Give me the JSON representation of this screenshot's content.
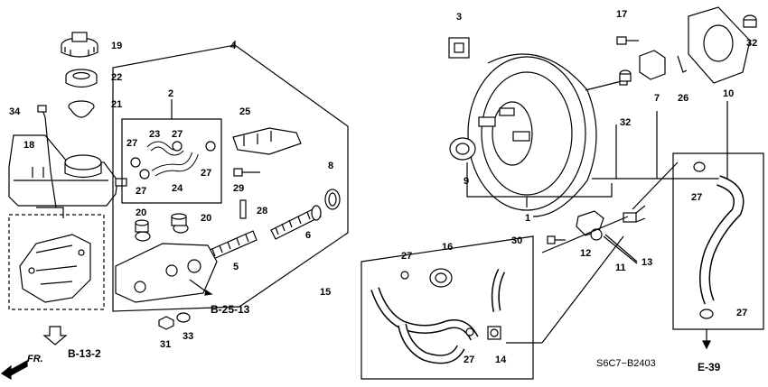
{
  "diagram": {
    "code": "S6C7−B2403",
    "front_label": "FR.",
    "refs": {
      "b25_13": "B-25-13",
      "b13_2": "B-13-2",
      "e39": "E-39"
    },
    "parts": {
      "p2": "2",
      "p3": "3",
      "p4": "4",
      "p5": "5",
      "p6": "6",
      "p7": "7",
      "p8": "8",
      "p9": "9",
      "p10": "10",
      "p11": "11",
      "p12": "12",
      "p13": "13",
      "p14": "14",
      "p15": "15",
      "p16": "16",
      "p17": "17",
      "p18": "18",
      "p19": "19",
      "p20a": "20",
      "p20b": "20",
      "p21": "21",
      "p22": "22",
      "p23": "23",
      "p24": "24",
      "p25": "25",
      "p26": "26",
      "p27a": "27",
      "p27b": "27",
      "p27c": "27",
      "p27d": "27",
      "p27e": "27",
      "p27f": "27",
      "p27g": "27",
      "p27h": "27",
      "p28": "28",
      "p29": "29",
      "p30": "30",
      "p31": "31",
      "p32a": "32",
      "p32b": "32",
      "p33": "33",
      "p34": "34",
      "p1": "1"
    }
  }
}
